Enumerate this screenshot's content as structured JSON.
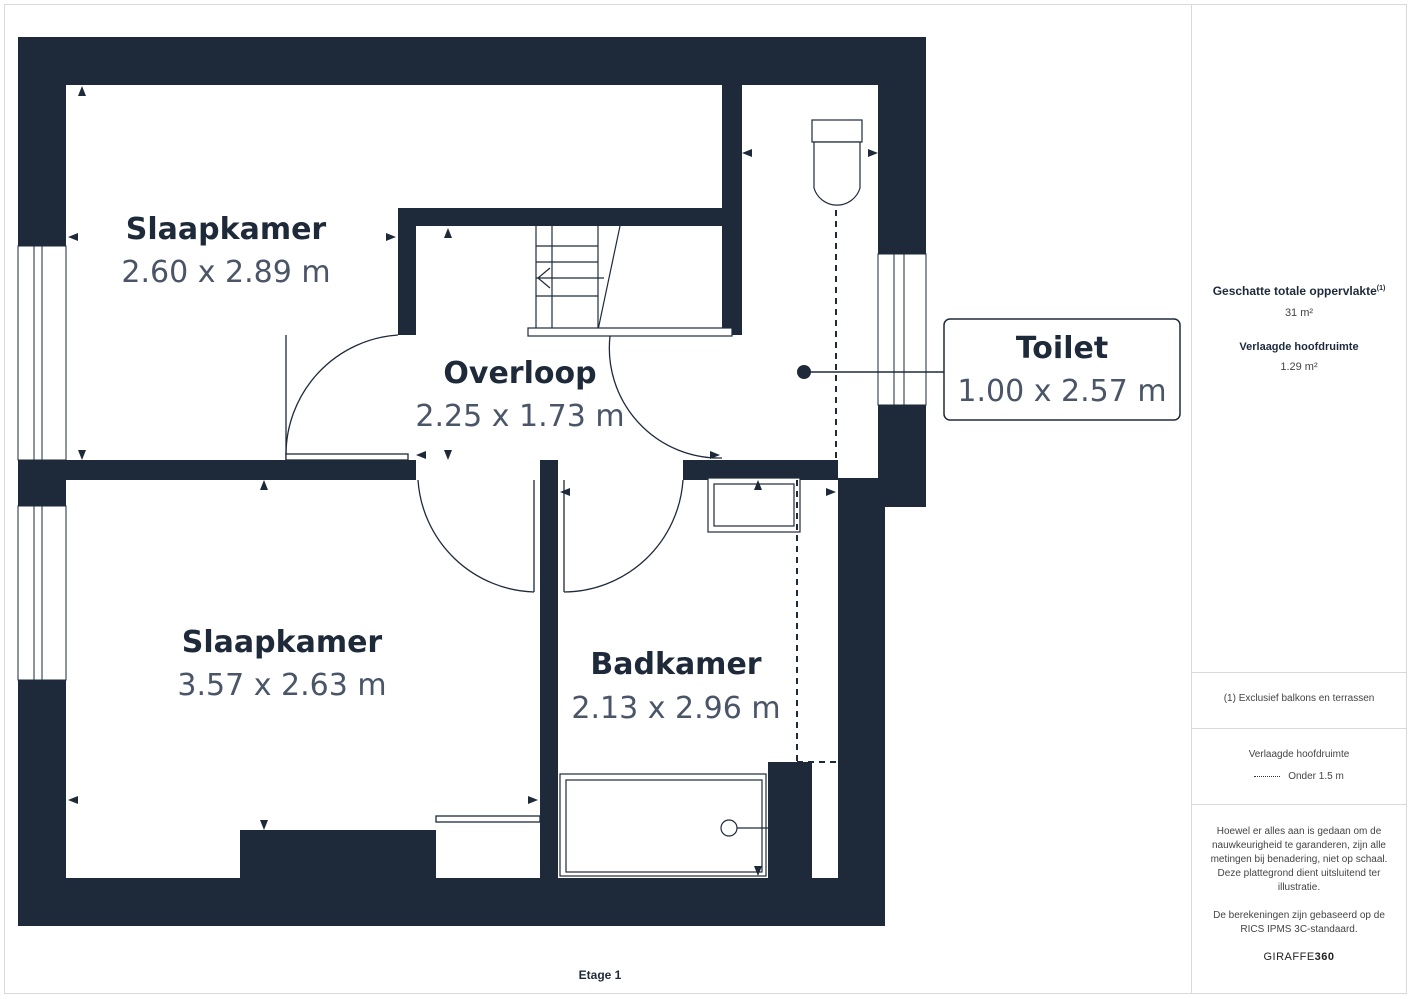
{
  "rooms": [
    {
      "name": "Slaapkamer",
      "dims": "2.60 x 2.89 m"
    },
    {
      "name": "Overloop",
      "dims": "2.25 x 1.73 m"
    },
    {
      "name": "Toilet",
      "dims": "1.00 x 2.57 m"
    },
    {
      "name": "Slaapkamer",
      "dims": "3.57 x 2.63 m"
    },
    {
      "name": "Badkamer",
      "dims": "2.13 x 2.96 m"
    }
  ],
  "floor_label": "Etage 1",
  "sidebar": {
    "total_title": "Geschatte totale oppervlakte",
    "total_sup": "(1)",
    "total_value": "31 m²",
    "reduced_title": "Verlaagde hoofdruimte",
    "reduced_value": "1.29 m²",
    "footnote": "(1) Exclusief balkons en terrassen",
    "legend_title": "Verlaagde hoofdruimte",
    "legend_item": "Onder 1.5 m",
    "disclaimer_1": "Hoewel er alles aan is gedaan om de nauwkeurigheid te garanderen, zijn alle metingen bij benadering, niet op schaal. Deze plattegrond dient uitsluitend ter illustratie.",
    "disclaimer_2": "De berekeningen zijn gebaseerd op de RICS IPMS 3C-standaard.",
    "brand_light": "GIRAFFE",
    "brand_bold": "360"
  },
  "colors": {
    "wall": "#1e2a3a",
    "text": "#1e2a3a",
    "dim_text": "#4a5568"
  }
}
